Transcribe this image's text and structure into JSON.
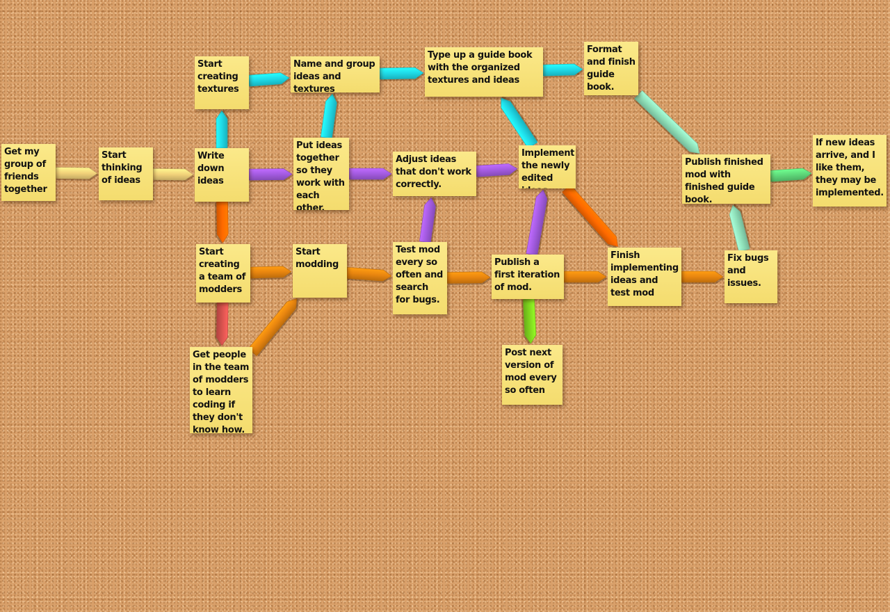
{
  "colors": {
    "note": "#f6e07a",
    "cyan": "#1fd9e6",
    "purple": "#a35be0",
    "orange": "#e8850f",
    "dark_orange": "#ff6a00",
    "red": "#d9534f",
    "mint": "#8fe0b9",
    "green": "#5fd97a",
    "lime": "#7fd61f",
    "yellow": "#f2d27a"
  },
  "nodes": [
    {
      "id": "friends",
      "text": "Get my group of friends together"
    },
    {
      "id": "thinking",
      "text": "Start thinking of ideas"
    },
    {
      "id": "write",
      "text": "Write down ideas"
    },
    {
      "id": "textures",
      "text": "Start creating textures"
    },
    {
      "id": "name",
      "text": "Name and group ideas and textures"
    },
    {
      "id": "guide",
      "text": "Type up a guide book with the organized textures and ideas"
    },
    {
      "id": "format",
      "text": "Format and finish guide book."
    },
    {
      "id": "putideas",
      "text": "Put ideas together so they work with each other."
    },
    {
      "id": "adjust",
      "text": "Adjust ideas that don't work correctly."
    },
    {
      "id": "implement",
      "text": "Implement the newly edited ideas"
    },
    {
      "id": "publishfinal",
      "text": "Publish finished mod with finished guide book."
    },
    {
      "id": "newideas",
      "text": "If new ideas arrive, and I like them, they may be implemented."
    },
    {
      "id": "team",
      "text": "Start creating a team of modders"
    },
    {
      "id": "modding",
      "text": "Start modding"
    },
    {
      "id": "test",
      "text": "Test mod every so often and search for bugs."
    },
    {
      "id": "publishfirst",
      "text": "Publish a first iteration of mod."
    },
    {
      "id": "finish",
      "text": "Finish implementing ideas and test mod"
    },
    {
      "id": "fixbugs",
      "text": "Fix bugs and issues."
    },
    {
      "id": "coding",
      "text": "Get people in the team of modders to learn coding if they don't know how."
    },
    {
      "id": "postnext",
      "text": "Post next version of mod every so often"
    }
  ],
  "edges": [
    {
      "from": "friends",
      "to": "thinking",
      "color": "yellow"
    },
    {
      "from": "thinking",
      "to": "write",
      "color": "yellow"
    },
    {
      "from": "write",
      "to": "textures",
      "color": "cyan"
    },
    {
      "from": "textures",
      "to": "name",
      "color": "cyan"
    },
    {
      "from": "putideas",
      "to": "name",
      "color": "cyan"
    },
    {
      "from": "name",
      "to": "guide",
      "color": "cyan"
    },
    {
      "from": "implement",
      "to": "guide",
      "color": "cyan"
    },
    {
      "from": "guide",
      "to": "format",
      "color": "cyan"
    },
    {
      "from": "format",
      "to": "publishfinal",
      "color": "mint"
    },
    {
      "from": "write",
      "to": "putideas",
      "color": "purple"
    },
    {
      "from": "putideas",
      "to": "adjust",
      "color": "purple"
    },
    {
      "from": "adjust",
      "to": "implement",
      "color": "purple"
    },
    {
      "from": "test",
      "to": "adjust",
      "color": "purple"
    },
    {
      "from": "publishfirst",
      "to": "implement",
      "color": "purple"
    },
    {
      "from": "implement",
      "to": "finish",
      "color": "dark_orange"
    },
    {
      "from": "write",
      "to": "team",
      "color": "dark_orange"
    },
    {
      "from": "team",
      "to": "modding",
      "color": "orange"
    },
    {
      "from": "coding",
      "to": "modding",
      "color": "orange"
    },
    {
      "from": "modding",
      "to": "test",
      "color": "orange"
    },
    {
      "from": "test",
      "to": "publishfirst",
      "color": "orange"
    },
    {
      "from": "publishfirst",
      "to": "finish",
      "color": "orange"
    },
    {
      "from": "finish",
      "to": "fixbugs",
      "color": "orange"
    },
    {
      "from": "team",
      "to": "coding",
      "color": "red"
    },
    {
      "from": "publishfirst",
      "to": "postnext",
      "color": "lime"
    },
    {
      "from": "fixbugs",
      "to": "publishfinal",
      "color": "mint"
    },
    {
      "from": "publishfinal",
      "to": "newideas",
      "color": "green"
    }
  ]
}
